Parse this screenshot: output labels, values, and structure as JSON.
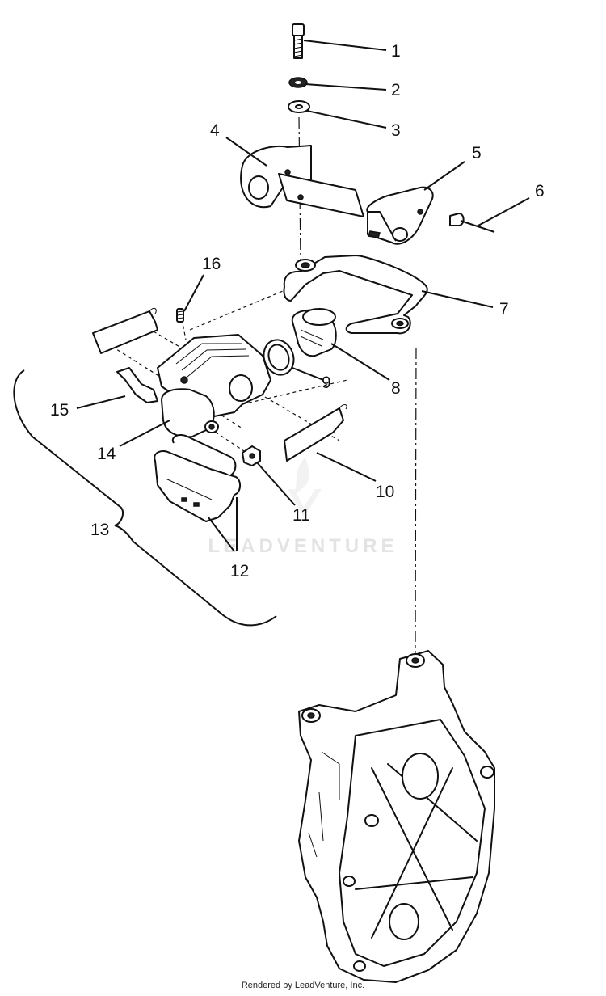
{
  "callouts": [
    "1",
    "2",
    "3",
    "4",
    "5",
    "6",
    "7",
    "8",
    "9",
    "10",
    "11",
    "12",
    "13",
    "14",
    "15",
    "16"
  ],
  "watermark": "LEADVENTURE",
  "footer": "Rendered by LeadVenture, Inc."
}
